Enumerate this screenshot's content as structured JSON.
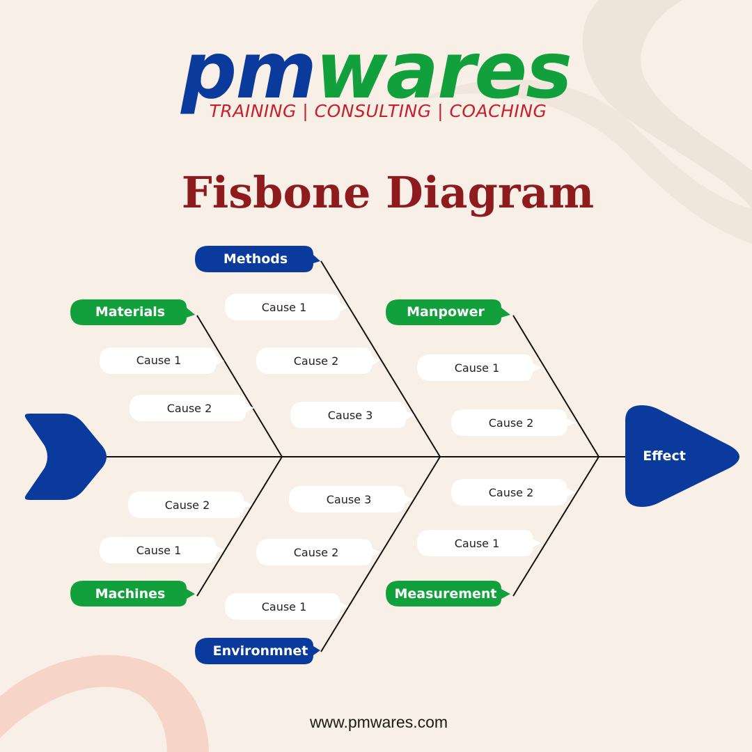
{
  "logo": {
    "pm": "pm",
    "wares": "wares",
    "tagline": "TRAINING | CONSULTING | COACHING"
  },
  "title": "Fisbone Diagram",
  "effect": "Effect",
  "categories": {
    "methods": "Methods",
    "materials": "Materials",
    "manpower": "Manpower",
    "machines": "Machines",
    "environment": "Environmnet",
    "measurement": "Measurement"
  },
  "causes": {
    "cause_1": "Cause 1",
    "cause_2": "Cause 2",
    "cause_3": "Cause 3"
  },
  "footer": "www.pmwares.com",
  "colors": {
    "background": "#f8efe6",
    "navy": "#0a3a9c",
    "green": "#12a03c",
    "title_red": "#8e1c1f",
    "tagline_red": "#c81f2b",
    "decor": "#efe4da",
    "decor_pink": "#f6d5c8"
  }
}
